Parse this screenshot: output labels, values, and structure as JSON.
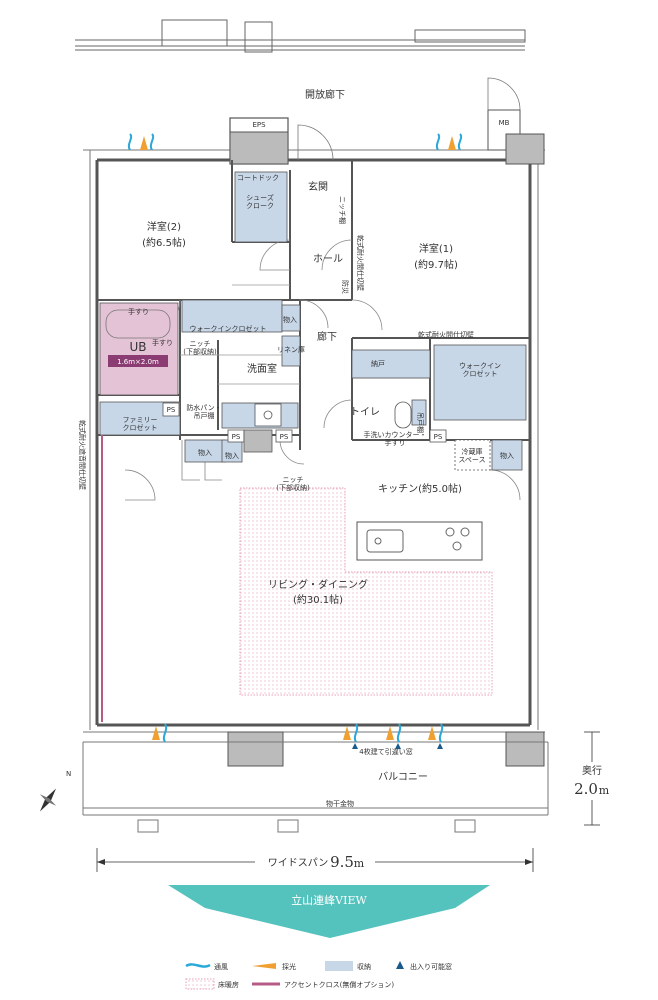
{
  "colors": {
    "wall": "#555555",
    "storage": "#c7d7e8",
    "bath": "#e4c3d7",
    "bath_label": "#8a3c73",
    "floor_heating": "#e8a0b8",
    "accent_cloth": "#b85a86",
    "ventilation": "#2aa8d8",
    "daylight": "#f0a030",
    "access_window": "#1a5a8a",
    "banner": "#36b7b1"
  },
  "rooms": {
    "corridor_open": "開放廊下",
    "eps": "EPS",
    "mb": "MB",
    "entrance": "玄関",
    "coat_dock": "コートドック",
    "shoes_cloak": "シューズ\nクローク",
    "niche_top": "ニッチ棚",
    "western2_name": "洋室(2)",
    "western2_size": "(約6.5帖)",
    "western1_name": "洋室(1)",
    "western1_size": "(約9.7帖)",
    "hall": "ホール",
    "fire_door_v": "乾式耐火間仕切壁",
    "bosai": "防災",
    "walkin_closet": "ウォークインクロゼット",
    "mono1": "物入",
    "linen": "リネン庫",
    "rouka": "廊下",
    "fire_door2": "乾式耐火間仕切壁",
    "handrail1": "手すり",
    "handrail2": "手すり",
    "niche_lower": "ニッチ\n(下部収納)",
    "ub": "UB",
    "ub_size": "1.6m×2.0m",
    "senmen": "洗面室",
    "nando": "納戸",
    "walkin2": "ウォークイン\nクロゼット",
    "toilet": "トイレ",
    "tosen": "吊戸棚",
    "ps1": "PS",
    "ps2": "PS",
    "ps3": "PS",
    "ps4": "PS",
    "waterpan": "防水パン・\n吊戸棚",
    "family_closet": "ファミリー\nクロゼット",
    "mono2": "物入",
    "mono3": "物入",
    "mono4": "物入",
    "tearai": "手洗いカウンター・\n手すり",
    "reizoko": "冷蔵庫\nスペース",
    "niche3": "ニッチ\n(下部収納)",
    "kitchen": "キッチン(約5.0帖)",
    "left_wall": "乾式耐火遮音間仕切壁",
    "living_name": "リビング・ダイニング",
    "living_size": "(約30.1帖)",
    "sash": "4枚建て引違い窓",
    "balcony": "バルコニー",
    "monohoshi": "物干金物",
    "depth_label": "奥行",
    "depth_value": "2.0",
    "depth_unit": "m",
    "span_label": "ワイドスパン",
    "span_value": "9.5",
    "span_unit": "m"
  },
  "view_banner": "立山連峰VIEW",
  "compass": "N",
  "legend": [
    {
      "key": "ventilation",
      "label": "通風"
    },
    {
      "key": "daylight",
      "label": "採光"
    },
    {
      "key": "storage",
      "label": "収納"
    },
    {
      "key": "access",
      "label": "出入り可能窓"
    },
    {
      "key": "floor_heating",
      "label": "床暖房"
    },
    {
      "key": "accent",
      "label": "アクセントクロス(無償オプション)"
    }
  ]
}
